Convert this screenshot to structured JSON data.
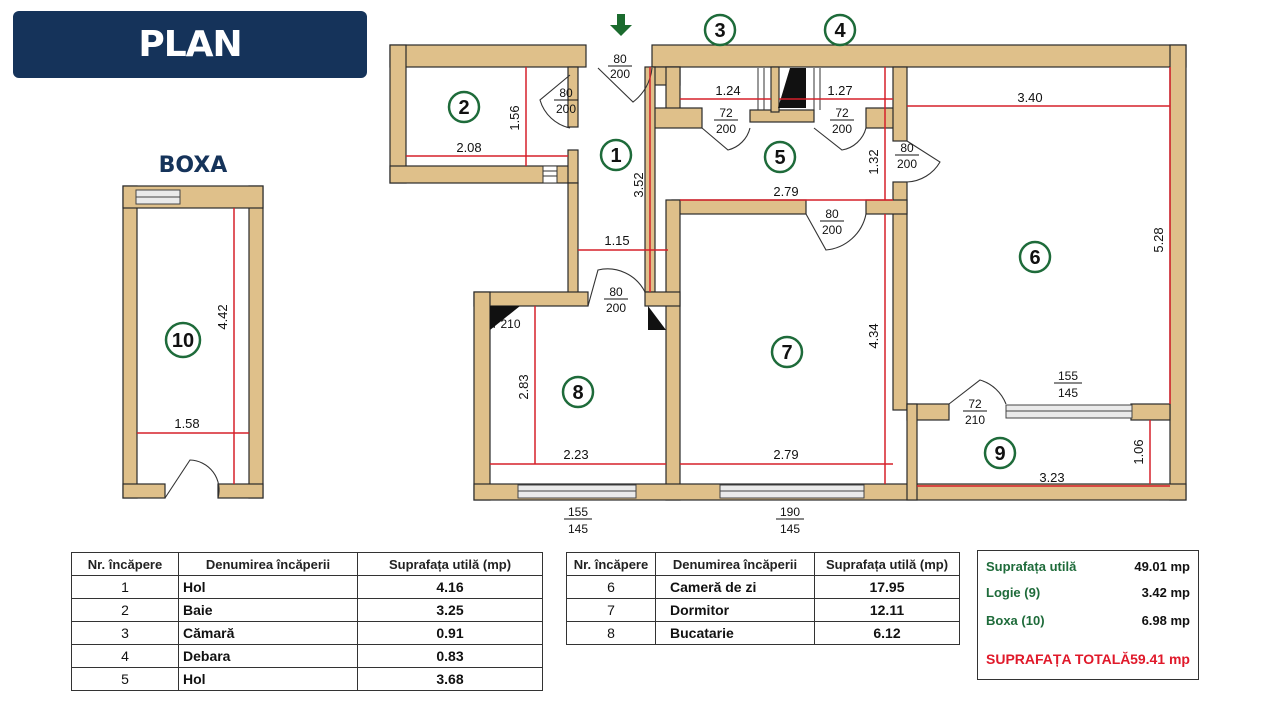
{
  "header": {
    "title": "PLAN APARTAMENT"
  },
  "boxa_label": "BOXA",
  "entrance_arrow": "down-arrow-icon",
  "colors": {
    "wall": "#dfc08a",
    "dimension": "#d6202a",
    "room_circle": "#1e6b3a",
    "title_bg": "#15335a",
    "total": "#e0192a"
  },
  "room_markers": [
    "1",
    "2",
    "3",
    "4",
    "5",
    "6",
    "7",
    "8",
    "9",
    "10"
  ],
  "dimensions": {
    "d156": "1.56",
    "d208": "2.08",
    "d352": "3.52",
    "d124": "1.24",
    "d127": "1.27",
    "d340": "3.40",
    "d132": "1.32",
    "d279a": "2.79",
    "d528": "5.28",
    "d115": "1.15",
    "d434": "4.34",
    "d283": "2.83",
    "d223": "2.23",
    "d279b": "2.79",
    "d106": "1.06",
    "d323": "3.23",
    "d442": "4.42",
    "d158": "1.58"
  },
  "doors": {
    "entry": [
      "80",
      "200"
    ],
    "bath": [
      "80",
      "200"
    ],
    "closet3": [
      "72",
      "200"
    ],
    "closet4": [
      "72",
      "200"
    ],
    "living": [
      "80",
      "200"
    ],
    "bedroom": [
      "80",
      "200"
    ],
    "kitchen": [
      "80",
      "200"
    ],
    "kitchen_win": "7'210",
    "loggia": [
      "72",
      "210"
    ]
  },
  "windows": {
    "living": [
      "155",
      "145"
    ],
    "kitchen": [
      "155",
      "145"
    ],
    "bedroom": [
      "190",
      "145"
    ]
  },
  "table1": {
    "headers": [
      "Nr. încăpere",
      "Denumirea încăperii",
      "Suprafața utilă (mp)"
    ],
    "rows": [
      [
        "1",
        "Hol",
        "4.16"
      ],
      [
        "2",
        "Baie",
        "3.25"
      ],
      [
        "3",
        "Cămară",
        "0.91"
      ],
      [
        "4",
        "Debara",
        "0.83"
      ],
      [
        "5",
        "Hol",
        "3.68"
      ]
    ]
  },
  "table2": {
    "headers": [
      "Nr. încăpere",
      "Denumirea încăperii",
      "Suprafața utilă (mp)"
    ],
    "rows": [
      [
        "6",
        "Cameră de zi",
        "17.95"
      ],
      [
        "7",
        "Dormitor",
        "12.11"
      ],
      [
        "8",
        "Bucatarie",
        "6.12"
      ]
    ]
  },
  "summary": {
    "utila_label": "Suprafața utilă",
    "utila_value": "49.01 mp",
    "logie_label": "Logie   (9)",
    "logie_value": "3.42 mp",
    "boxa_label": "Boxa   (10)",
    "boxa_value": "6.98 mp",
    "total_label": "SUPRAFAȚA TOTALĂ",
    "total_value": "59.41 mp"
  }
}
